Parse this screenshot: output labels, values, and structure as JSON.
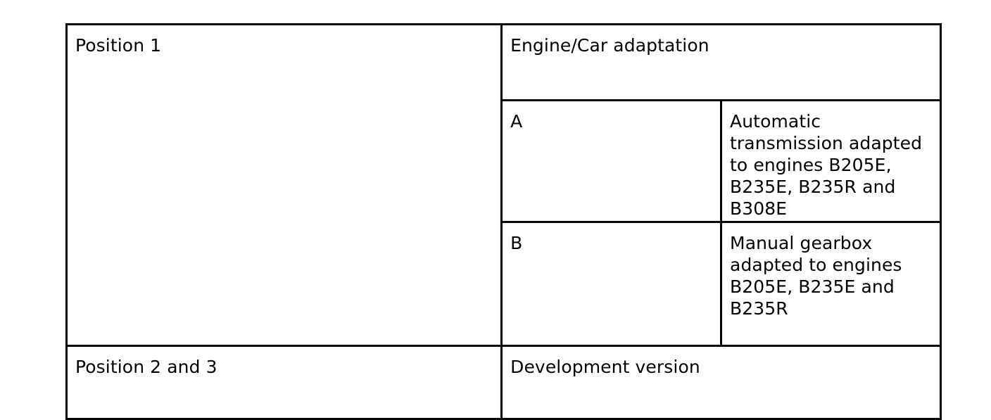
{
  "table": {
    "rows": [
      {
        "position_label": "Position 1",
        "header_label": "Engine/Car adaptation"
      },
      {
        "variant_label": "A",
        "variant_description": "Automatic transmission adapted to engines B205E, B235E, B235R and B308E"
      },
      {
        "variant_label": "B",
        "variant_description": "Manual gearbox adapted to engines B205E, B235E and B235R"
      },
      {
        "position_label": "Position 2 and 3",
        "header_label": "Development version"
      }
    ]
  },
  "colors": {
    "border": "#000000",
    "text": "#000000",
    "background": "#ffffff"
  }
}
